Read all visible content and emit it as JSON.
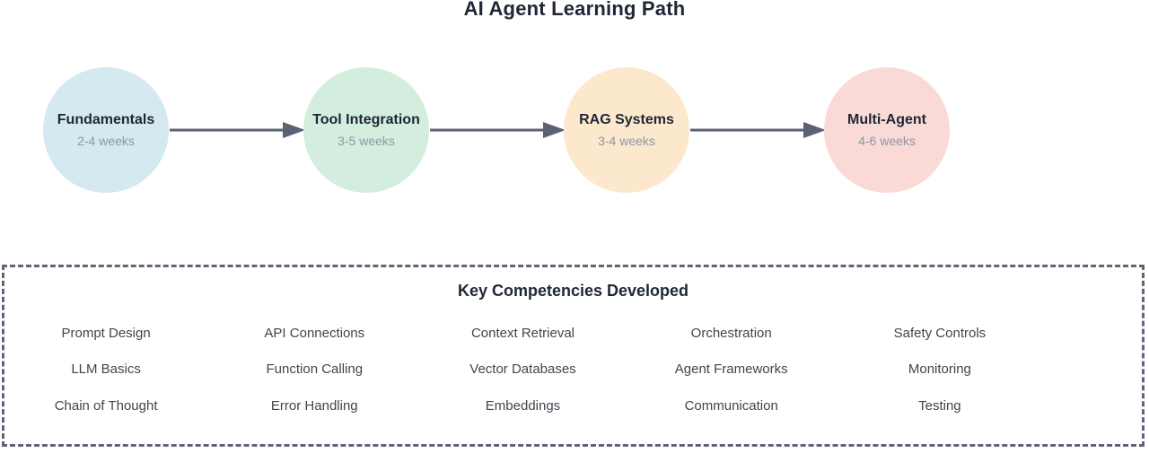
{
  "title": "AI Agent Learning Path",
  "stages": [
    {
      "name": "Fundamentals",
      "duration": "2-4 weeks",
      "color": "#d5e9f0"
    },
    {
      "name": "Tool Integration",
      "duration": "3-5 weeks",
      "color": "#d3eedf"
    },
    {
      "name": "RAG Systems",
      "duration": "3-4 weeks",
      "color": "#fbe8cd"
    },
    {
      "name": "Multi-Agent",
      "duration": "4-6 weeks",
      "color": "#f9dad6"
    }
  ],
  "competencies": {
    "heading": "Key Competencies Developed",
    "rows": [
      [
        "Prompt Design",
        "API Connections",
        "Context Retrieval",
        "Orchestration",
        "Safety Controls"
      ],
      [
        "LLM Basics",
        "Function Calling",
        "Vector Databases",
        "Agent Frameworks",
        "Monitoring"
      ],
      [
        "Chain of Thought",
        "Error Handling",
        "Embeddings",
        "Communication",
        "Testing"
      ]
    ]
  },
  "colors": {
    "title-color": "#1f2637",
    "muted-color": "#8c96a4",
    "text-color": "#40454e",
    "arrow-color": "#5b6273",
    "border-color": "#5f6577"
  }
}
